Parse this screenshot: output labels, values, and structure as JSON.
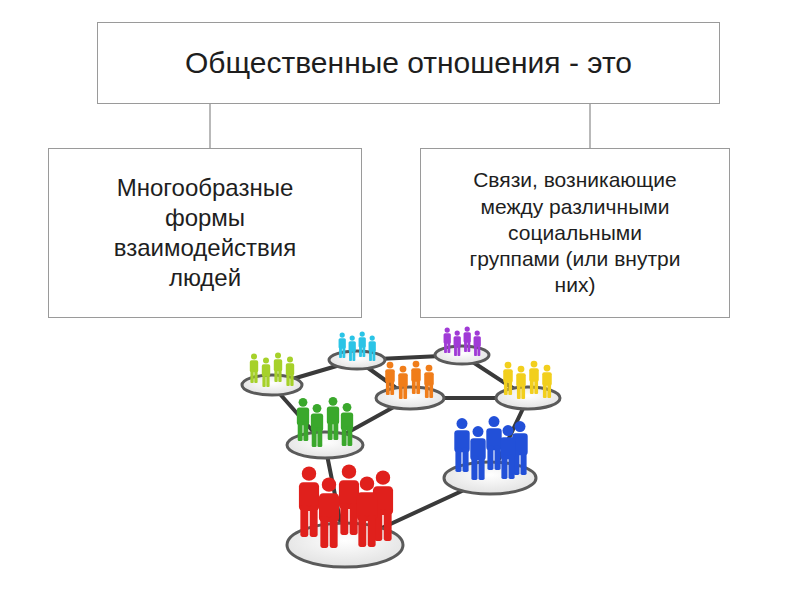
{
  "diagram": {
    "nodes": [
      {
        "text": [
          "Общественные отношения - это"
        ]
      },
      {
        "text": [
          "Многообразные формы взаимодействия людей"
        ]
      },
      {
        "text": [
          "Связи, возникающие между различными социальными группами (или внутри них)"
        ]
      }
    ],
    "edges": [
      {
        "from": 0,
        "to": 1,
        "arrow": "none"
      },
      {
        "from": 0,
        "to": 2,
        "arrow": "none"
      }
    ]
  }
}
